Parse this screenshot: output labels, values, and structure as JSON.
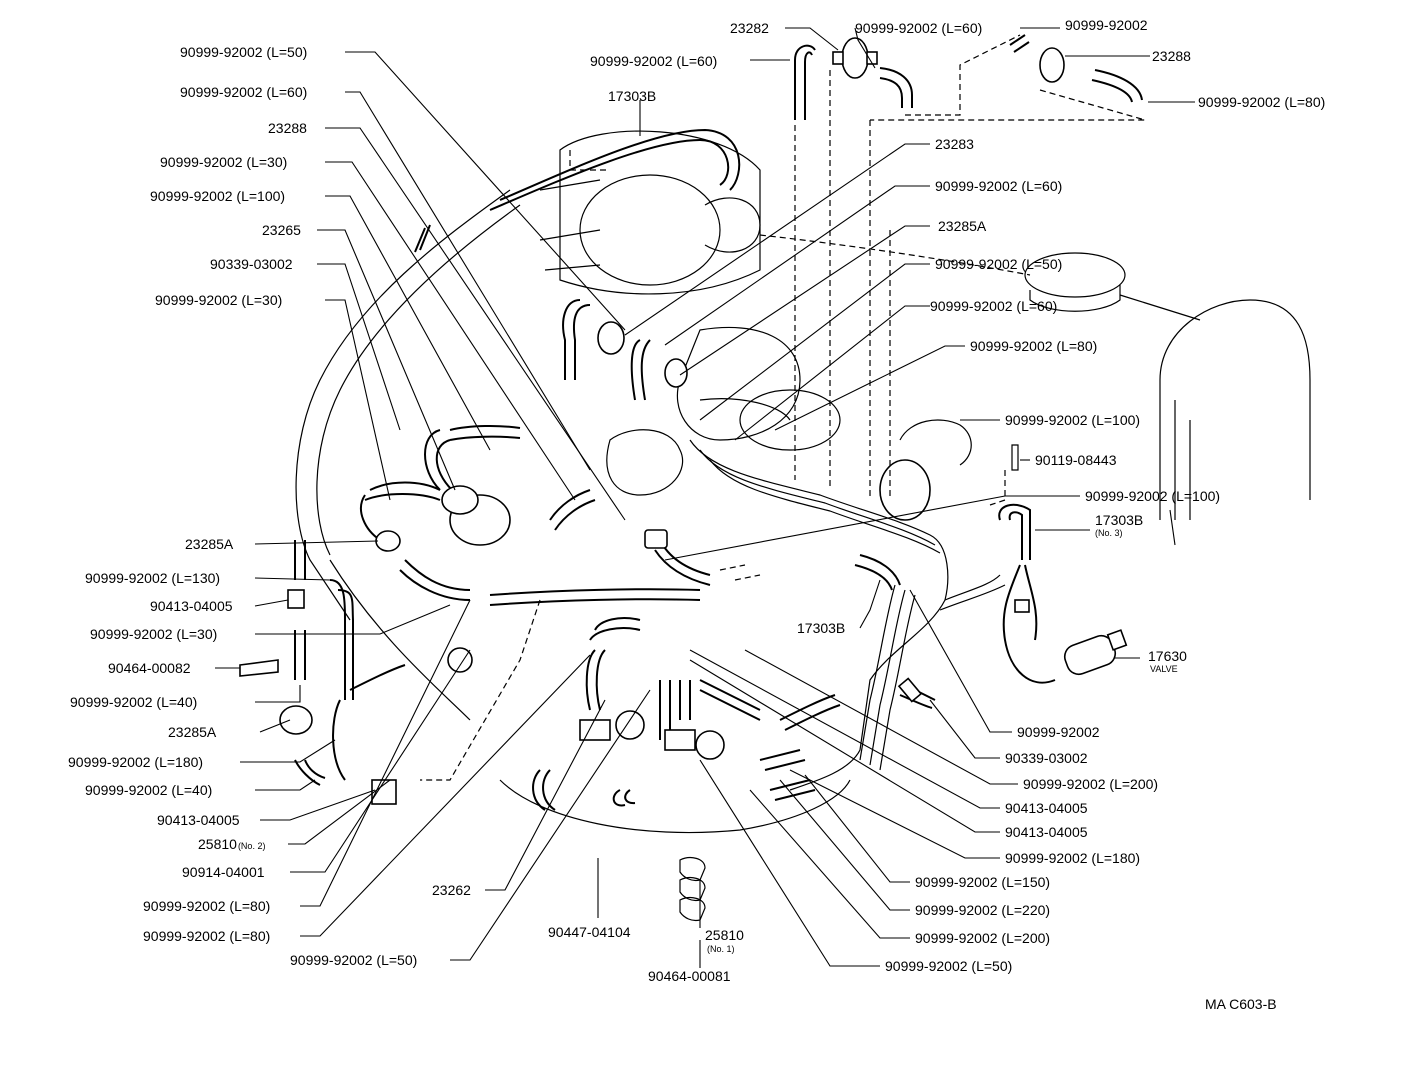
{
  "diagram_code": "MA C603-B",
  "labels": {
    "l01": "90999-92002 (L=50)",
    "l02": "90999-92002 (L=60)",
    "l03": "23288",
    "l04": "90999-92002 (L=30)",
    "l05": "90999-92002 (L=100)",
    "l06": "23265",
    "l07": "90339-03002",
    "l08": "90999-92002 (L=30)",
    "l09": "23285A",
    "l10": "90999-92002 (L=130)",
    "l11": "90413-04005",
    "l12": "90999-92002 (L=30)",
    "l13": "90464-00082",
    "l14": "90999-92002 (L=40)",
    "l15": "23285A",
    "l16": "90999-92002 (L=180)",
    "l17": "90999-92002 (L=40)",
    "l18": "90413-04005",
    "l19": "25810",
    "l19sub": "(No. 2)",
    "l20": "90914-04001",
    "l21": "90999-92002 (L=80)",
    "l22": "90999-92002 (L=80)",
    "l23": "23262",
    "l24": "90999-92002 (L=50)",
    "l25": "90447-04104",
    "l26": "25810",
    "l26sub": "(No. 1)",
    "l27": "90464-00081",
    "t01": "23282",
    "t02": "90999-92002 (L=60)",
    "t03": "90999-92002 (L=60)",
    "t04": "90999-92002",
    "t05": "23288",
    "t06": "90999-92002 (L=80)",
    "t07": "17303B",
    "r01": "23283",
    "r02": "90999-92002 (L=60)",
    "r03": "23285A",
    "r04": "90999-92002 (L=50)",
    "r05": "90999-92002 (L=60)",
    "r06": "90999-92002 (L=80)",
    "r07": "90999-92002 (L=100)",
    "r08": "90119-08443",
    "r09": "90999-92002 (L=100)",
    "r10": "17303B",
    "r10sub": "(No. 3)",
    "r11": "17303B",
    "r12": "17630",
    "r12sub": "VALVE",
    "r13": "90999-92002",
    "r14": "90339-03002",
    "r15": "90999-92002 (L=200)",
    "r16": "90413-04005",
    "r17": "90413-04005",
    "r18": "90999-92002 (L=180)",
    "r19": "90999-92002 (L=150)",
    "r20": "90999-92002 (L=220)",
    "r21": "90999-92002 (L=200)",
    "r22": "90999-92002 (L=50)"
  }
}
